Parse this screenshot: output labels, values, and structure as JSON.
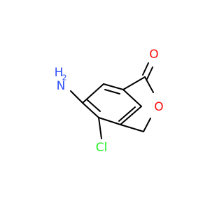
{
  "molecule": {
    "atoms": {
      "amino_n": "N",
      "amino_h2": "H",
      "amino_h2_count": "2",
      "carbonyl_o": "O",
      "ring_o": "O",
      "chlorine": "Cl"
    },
    "colors": {
      "nitrogen": "#3050F8",
      "oxygen": "#FF0D0D",
      "chlorine": "#1FF01F",
      "bond": "#000000"
    }
  }
}
